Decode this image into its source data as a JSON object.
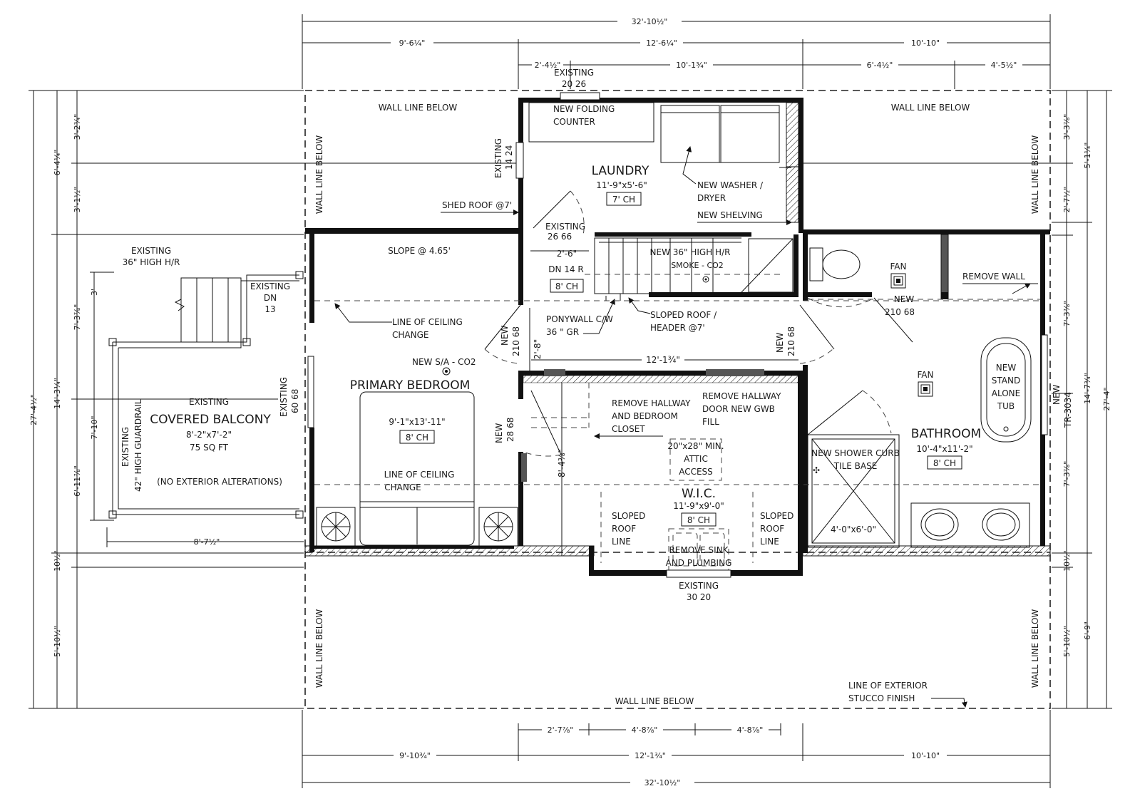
{
  "dims_top": {
    "overall": "32'-10½\"",
    "row2": [
      "9'-6¼\"",
      "12'-6¼\"",
      "10'-10\""
    ],
    "row3": [
      "2'-4½\"",
      "10'-1¾\"",
      "6'-4½\"",
      "4'-5½\""
    ]
  },
  "dims_bottom": {
    "overall": "32'-10½\"",
    "row2": [
      "9'-10¾\"",
      "12'-1¾\"",
      "10'-10\""
    ],
    "row3": [
      "2'-7⅞\"",
      "4'-8⅞\"",
      "4'-8⅞\""
    ]
  },
  "dims_left": {
    "overall": "27'-4½\"",
    "mid": [
      "6'-4¼\"",
      "14'-3¼\"",
      "5'-10½\""
    ],
    "inner": [
      "3'-2¾\"",
      "3'-1½\"",
      "7'-3⅞\"",
      "6'-11⅞\"",
      "10½\""
    ],
    "balcony": [
      "3'",
      "7'-10\"",
      "8'-7½\""
    ]
  },
  "dims_right": {
    "overall": "27'-4\"",
    "mid": [
      "5'-1¼\"",
      "14'-7¾\"",
      "6'-9\""
    ],
    "inner": [
      "3'-3⅞\"",
      "2'-7½\"",
      "7'-3⅞\"",
      "7'-3⅞\"",
      "10½\"",
      "5'-10½\""
    ]
  },
  "rooms": {
    "laundry": {
      "name": "LAUNDRY",
      "size": "11'-9\"x5'-6\"",
      "ch": "7' CH"
    },
    "primary": {
      "name": "PRIMARY BEDROOM",
      "size": "9'-1\"x13'-11\"",
      "ch": "8' CH"
    },
    "wic": {
      "name": "W.I.C.",
      "size": "11'-9\"x9'-0\"",
      "ch": "8' CH"
    },
    "bathroom": {
      "name": "BATHROOM",
      "size": "10'-4\"x11'-2\"",
      "ch": "8' CH"
    },
    "balcony": {
      "l1": "EXISTING",
      "l2": "COVERED BALCONY",
      "size": "8'-2\"x7'-2\"",
      "area": "75 SQ FT",
      "note": "(NO EXTERIOR ALTERATIONS)"
    },
    "stair": {
      "dn": "DN 14 R",
      "ch": "8' CH"
    }
  },
  "notes": {
    "wall_below": "WALL LINE BELOW",
    "existing": "EXISTING",
    "new": "NEW",
    "existing_2026": "20 26",
    "existing_1424": "14 24",
    "existing_2666": "26 66",
    "existing_6068": "60 68",
    "existing_3020": "30 20",
    "new_21068": "210 68",
    "new_2868": "28 68",
    "new_tr": "TR-3034",
    "folding_1": "NEW FOLDING",
    "folding_2": "COUNTER",
    "washer_1": "NEW WASHER /",
    "washer_2": "DRYER",
    "shelving": "NEW SHELVING",
    "shed_roof": "SHED ROOF @7'",
    "slope": "SLOPE @ 4.65'",
    "hr_1": "36\" HIGH H/R",
    "hr_new": "NEW 36\" HIGH H/R",
    "smoke": "SMOKE - CO2",
    "dn": "DN",
    "dn_13": "13",
    "ceiling_1": "LINE OF CEILING",
    "ceiling_2": "CHANGE",
    "ponywall_1": "PONYWALL C/W",
    "ponywall_2": "36 \" GR",
    "sloped_roof_1": "SLOPED ROOF /",
    "sloped_roof_2": "HEADER @7'",
    "sa_co2": "NEW S/A - CO2",
    "guardrail": "42\" HIGH GUARDRAIL",
    "remove_hallway_1": "REMOVE HALLWAY",
    "remove_hallway_2": "AND BEDROOM",
    "remove_hallway_3": "CLOSET",
    "remove_door_1": "REMOVE HALLWAY",
    "remove_door_2": "DOOR NEW GWB",
    "remove_door_3": "FILL",
    "attic_1": "20\"x28\" MIN.",
    "attic_2": "ATTIC",
    "attic_3": "ACCESS",
    "sloped_1": "SLOPED",
    "sloped_2": "ROOF",
    "sloped_3": "LINE",
    "remove_sink_1": "REMOVE SINK",
    "remove_sink_2": "AND PLUMBING",
    "shower_1": "NEW SHOWER CURB",
    "shower_2": "TILE BASE",
    "shower_size": "4'-0\"x6'-0\"",
    "fan": "FAN",
    "remove_wall": "REMOVE WALL",
    "tub_1": "NEW",
    "tub_2": "STAND",
    "tub_3": "ALONE",
    "tub_4": "TUB",
    "stucco_1": "LINE OF EXTERIOR",
    "stucco_2": "STUCCO FINISH",
    "stair_w": "2'-6\"",
    "stair_h": "2'-8\"",
    "hall_w": "12'-1¾\"",
    "wic_d": "8'-4⅜\""
  }
}
